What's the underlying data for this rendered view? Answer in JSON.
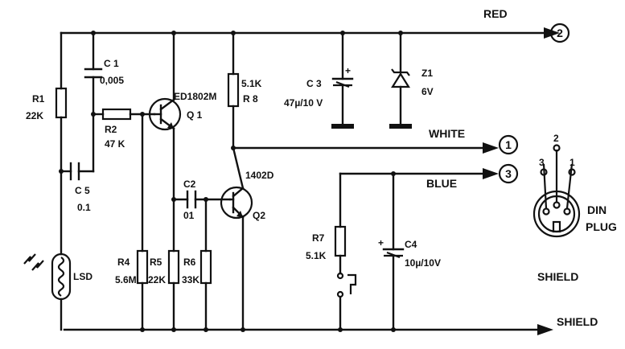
{
  "wires": {
    "red": "RED",
    "white": "WHITE",
    "blue": "BLUE",
    "shield": "SHIELD"
  },
  "terminals": {
    "t2": "2",
    "t1": "1",
    "t3": "3"
  },
  "components": {
    "r1": {
      "ref": "R1",
      "value": "22K"
    },
    "c1": {
      "ref": "C 1",
      "value": "0,005"
    },
    "r2": {
      "ref": "R2",
      "value": "47 K"
    },
    "q1": {
      "part": "ED1802M",
      "ref": "Q 1"
    },
    "r8": {
      "value": "5.1K",
      "ref": "R 8"
    },
    "c3": {
      "ref": "C 3",
      "value": "47µ/10 V"
    },
    "z1": {
      "ref": "Z1",
      "value": "6V"
    },
    "c5": {
      "ref": "C 5",
      "value": "0.1"
    },
    "c2": {
      "ref": "C2",
      "value": "01"
    },
    "q2": {
      "part": "1402D",
      "ref": "Q2"
    },
    "r7": {
      "ref": "R7",
      "value": "5.1K"
    },
    "c4": {
      "ref": "C4",
      "value": "10µ/10V"
    },
    "r4": {
      "ref": "R4",
      "value": "5.6M"
    },
    "r5": {
      "ref": "R5",
      "value": "22K"
    },
    "r6": {
      "ref": "R6",
      "value": "33K"
    },
    "lsd": {
      "ref": "LSD"
    }
  },
  "din": {
    "pin3": "3",
    "pin2": "2",
    "pin1": "1",
    "label_line1": "DIN",
    "label_line2": "PLUG",
    "shield_label": "SHIELD"
  }
}
